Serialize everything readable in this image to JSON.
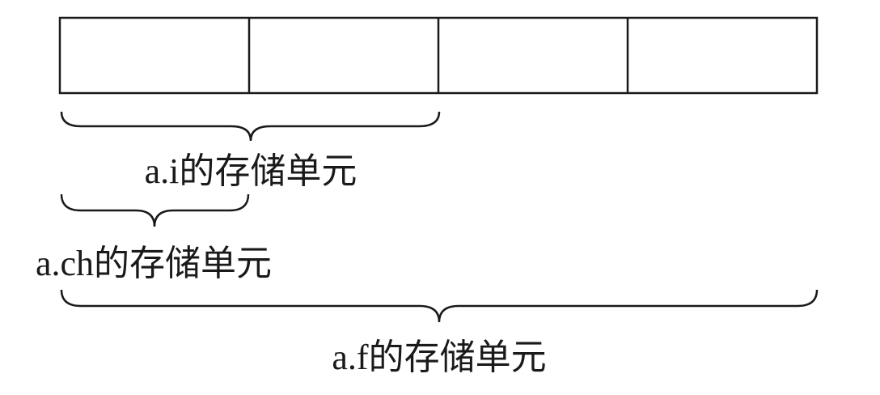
{
  "diagram": {
    "title": "union memory layout",
    "cells": 4,
    "labels": {
      "i": "a.i的存储单元",
      "ch": "a.ch的存储单元",
      "f": "a.f的存储单元"
    },
    "colors": {
      "stroke": "#1a1a1a",
      "background": "#ffffff"
    }
  }
}
